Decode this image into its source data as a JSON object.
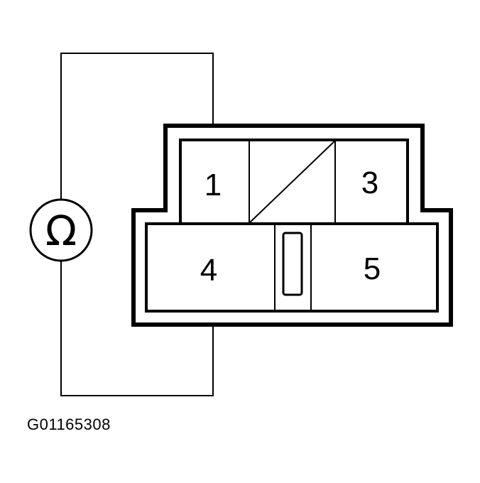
{
  "meter": {
    "symbol": "Ω",
    "icon": "ohmmeter-icon"
  },
  "connector": {
    "pins": {
      "pin1": "1",
      "pin3": "3",
      "pin4": "4",
      "pin5": "5"
    }
  },
  "figure_id": "G01165308",
  "colors": {
    "line": "#000000",
    "background": "#ffffff"
  }
}
